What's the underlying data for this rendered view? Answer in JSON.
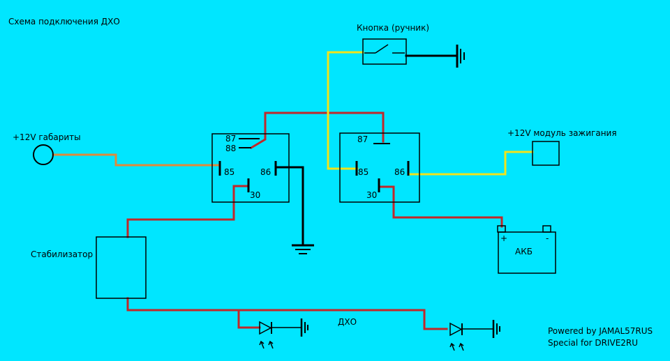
{
  "title": "Схема подключения ДХО",
  "labels": {
    "button": "Кнопка (ручник)",
    "parking_lights": "+12V габариты",
    "ignition": "+12V модуль зажигания",
    "stabilizer": "Стабилизатор",
    "battery": "АКБ",
    "battery_plus": "+",
    "battery_minus": "-",
    "drl": "ДХО"
  },
  "relay1": {
    "pin87": "87",
    "pin88": "88",
    "pin85": "85",
    "pin86": "86",
    "pin30": "30"
  },
  "relay2": {
    "pin87": "87",
    "pin85": "85",
    "pin86": "86",
    "pin30": "30"
  },
  "credits": {
    "line1": "Powered by JAMAL57RUS",
    "line2": "Special for DRIVE2RU"
  },
  "colors": {
    "background": "#00e6ff",
    "wire_red": "#c0282a",
    "wire_orange": "#e08a3a",
    "wire_yellow": "#f2e31a",
    "ground": "#000000"
  }
}
